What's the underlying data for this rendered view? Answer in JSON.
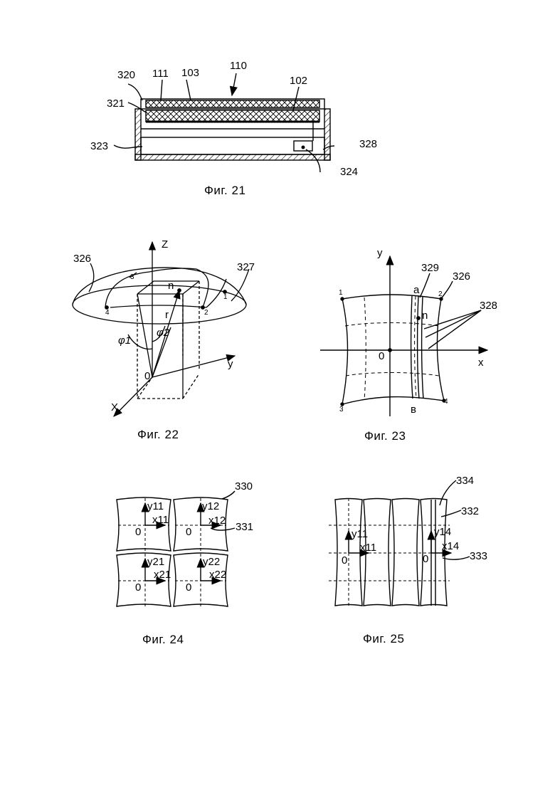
{
  "figures": [
    {
      "caption": "Фиг. 21",
      "labels": [
        "320",
        "111",
        "103",
        "110",
        "102",
        "321",
        "323",
        "328",
        "324"
      ]
    },
    {
      "caption": "Фиг. 22",
      "labels": [
        "326",
        "327",
        "Z",
        "3",
        "n",
        "1",
        "4",
        "r",
        "2",
        "φ1",
        "φ2",
        "y",
        "0",
        "X"
      ]
    },
    {
      "caption": "Фиг. 23",
      "labels": [
        "y",
        "329",
        "326",
        "1",
        "a",
        "2",
        "n",
        "328",
        "0",
        "x",
        "3",
        "в",
        "4"
      ]
    },
    {
      "caption": "Фиг. 24",
      "labels": [
        "330",
        "y11",
        "x11",
        "y12",
        "x12",
        "331",
        "y21",
        "x21",
        "y22",
        "x22",
        "0"
      ]
    },
    {
      "caption": "Фиг. 25",
      "labels": [
        "334",
        "332",
        "y11",
        "x11",
        "y14",
        "x14",
        "333",
        "0"
      ]
    }
  ]
}
